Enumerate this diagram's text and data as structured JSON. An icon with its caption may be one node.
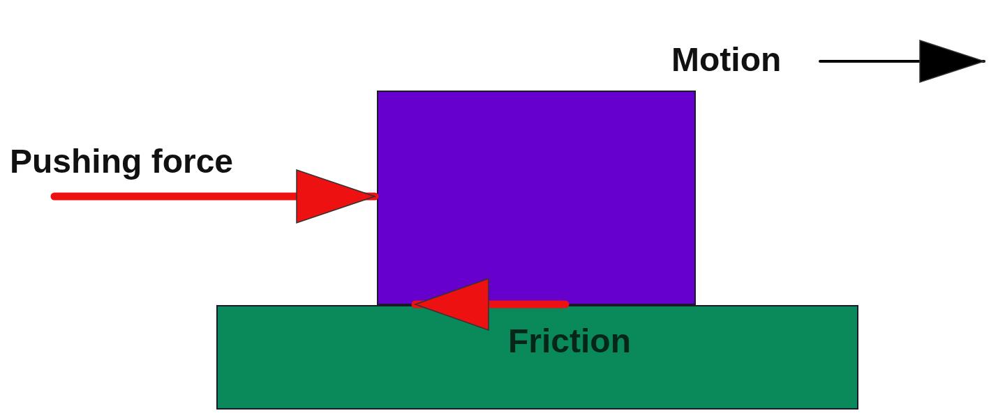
{
  "diagram": {
    "nodes": [
      {
        "text": [],
        "shape": "box"
      },
      {
        "text": [],
        "shape": "box"
      }
    ],
    "labels": [
      "Motion",
      "Pushing force",
      "Friction"
    ]
  }
}
